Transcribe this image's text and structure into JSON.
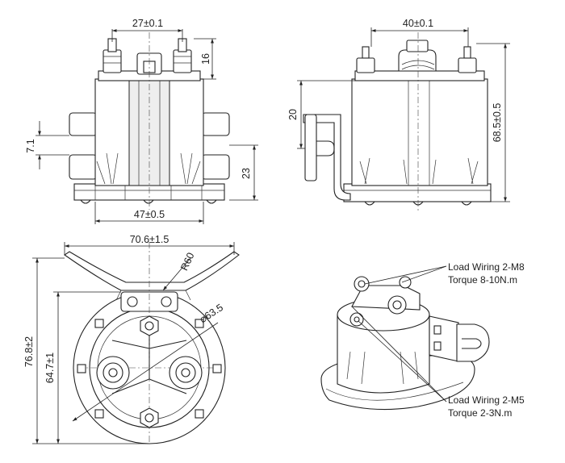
{
  "dimensions": {
    "front_terminal_spacing": "27±0.1",
    "front_stud_height": "16",
    "front_bracket_slot": "7.1",
    "front_base_to_bracket": "23",
    "front_body_width": "47±0.5",
    "side_terminal_spacing": "40±0.1",
    "side_bracket_height": "20",
    "side_overall_height": "68.5±0.5",
    "bottom_bracket_width": "70.6±1.5",
    "bottom_bracket_radius": "R60",
    "bottom_bolt_circle": "⌀63.5",
    "bottom_overall_height": "76.8±2",
    "bottom_body_height": "64.7±1"
  },
  "callouts": {
    "large_wiring": "Load Wiring 2-M8",
    "large_torque": "Torque 8-10N.m",
    "small_wiring": "Load Wiring 2-M5",
    "small_torque": "Torque 2-3N.m"
  }
}
